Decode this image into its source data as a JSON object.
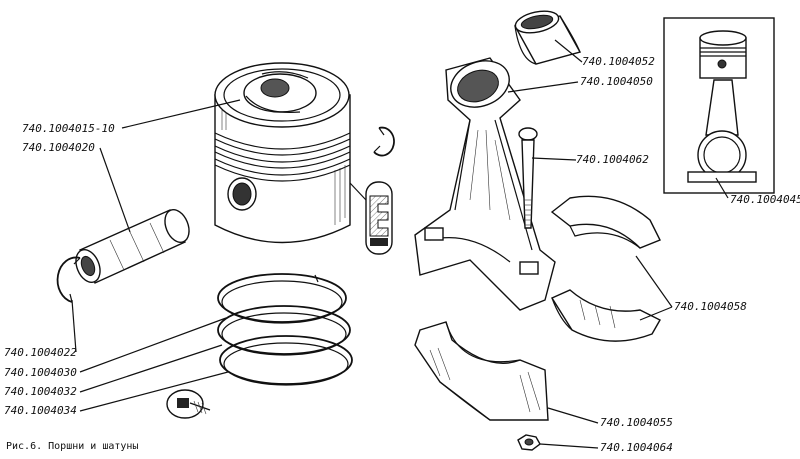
{
  "caption": "Рис.6. Поршни и шатуны",
  "parts": [
    {
      "id": "p1",
      "number": "740.1004015-10"
    },
    {
      "id": "p2",
      "number": "740.1004020"
    },
    {
      "id": "p3",
      "number": "740.1004022"
    },
    {
      "id": "p4",
      "number": "740.1004030"
    },
    {
      "id": "p5",
      "number": "740.1004032"
    },
    {
      "id": "p6",
      "number": "740.1004034"
    },
    {
      "id": "p7",
      "number": "740.1004052"
    },
    {
      "id": "p8",
      "number": "740.1004050"
    },
    {
      "id": "p9",
      "number": "740.1004062"
    },
    {
      "id": "p10",
      "number": "740.1004045"
    },
    {
      "id": "p11",
      "number": "740.1004058"
    },
    {
      "id": "p12",
      "number": "740.1004055"
    },
    {
      "id": "p13",
      "number": "740.1004064"
    }
  ]
}
